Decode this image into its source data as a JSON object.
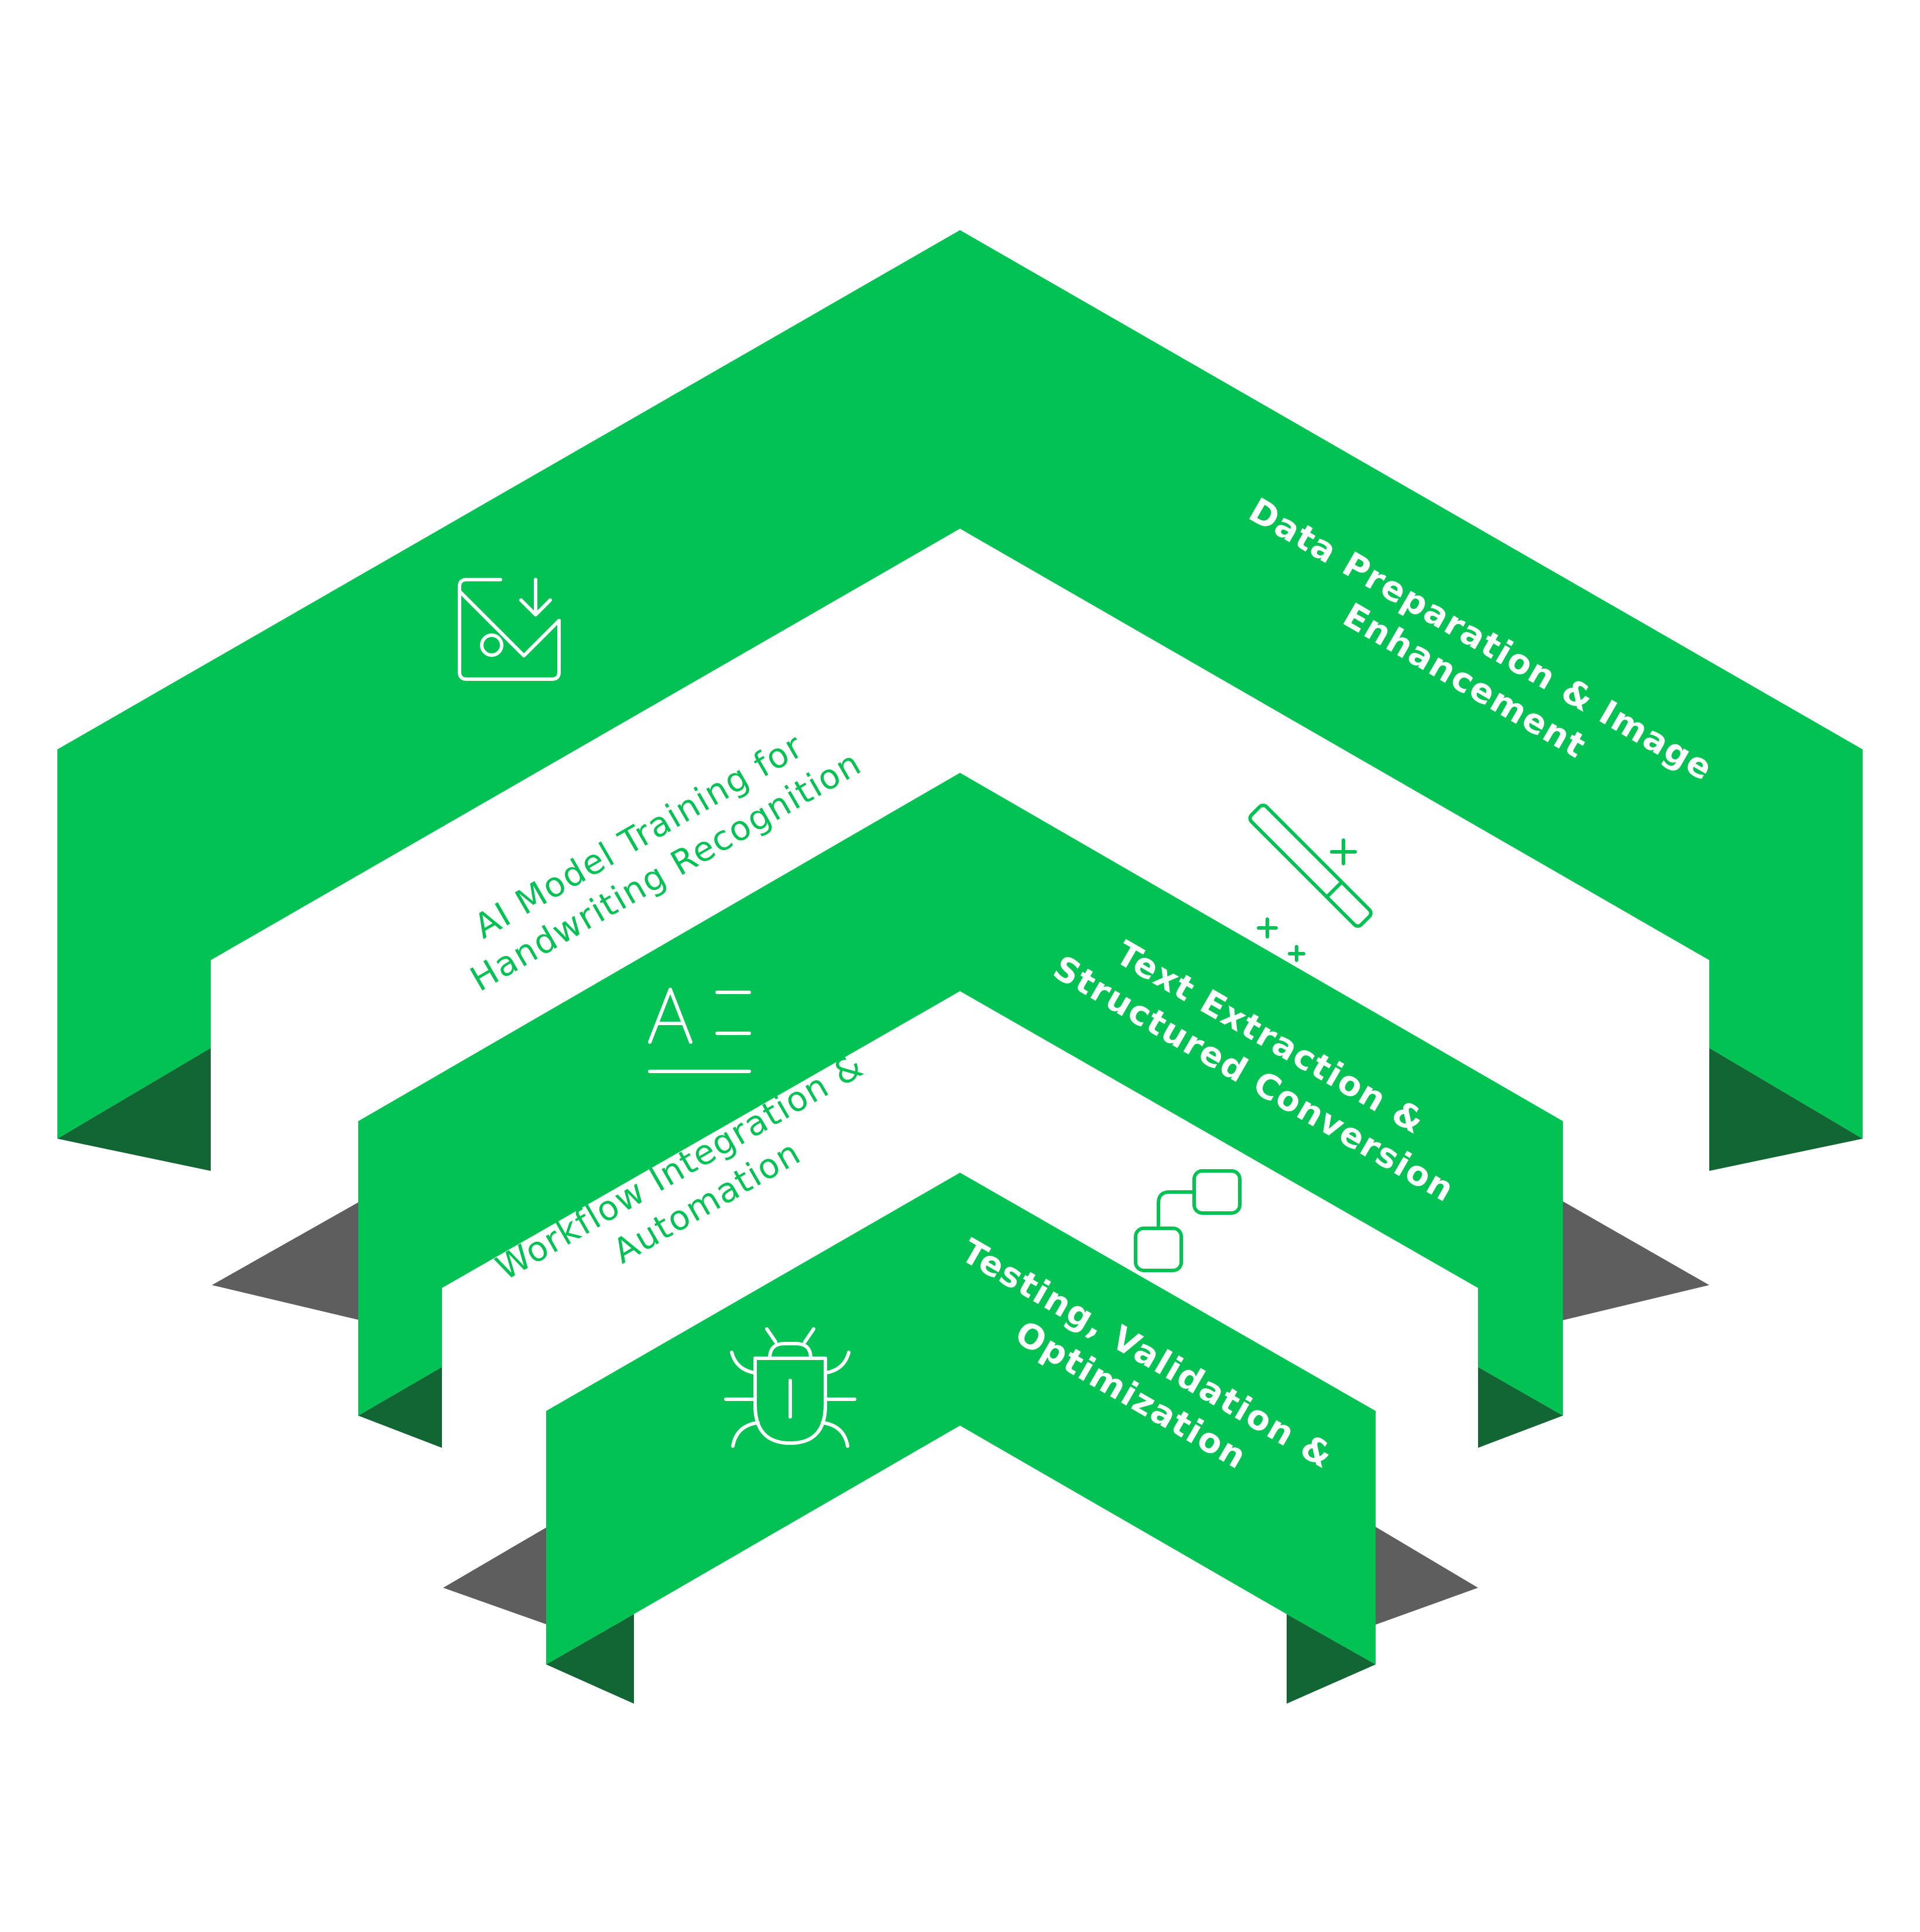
{
  "steps": [
    {
      "id": "step1",
      "label": [
        "Data Preparation & Image",
        "Enhancement"
      ],
      "icon": "image-download-icon"
    },
    {
      "id": "step2",
      "label": [
        "AI Model Training for",
        "Handwriting Recognition"
      ],
      "icon": "magic-wand-icon"
    },
    {
      "id": "step3",
      "label": [
        "Text Extraction &",
        "Structured Conversion"
      ],
      "icon": "text-align-icon"
    },
    {
      "id": "step4",
      "label": [
        "Workflow Integration &",
        "Automation"
      ],
      "icon": "workflow-nodes-icon"
    },
    {
      "id": "step5",
      "label": [
        "Testing, Validation &",
        "Optimization"
      ],
      "icon": "bug-icon"
    }
  ],
  "colors": {
    "green": "#03c254",
    "dark_green": "#116633",
    "shadow_gray": "#5e5e5e",
    "white": "#ffffff"
  }
}
